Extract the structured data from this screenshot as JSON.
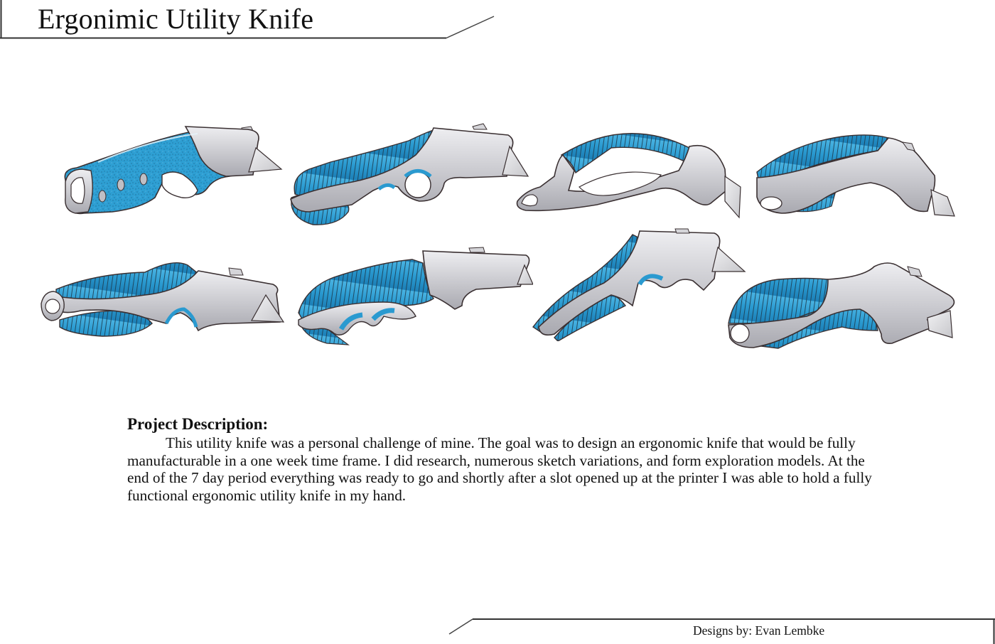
{
  "header": {
    "title": "Ergonimic Utility Knife"
  },
  "gallery": {
    "rows": [
      {
        "sketches": [
          {
            "id": "knife-1",
            "grip_texture": "speckled",
            "features": [
              "carabiner-loop",
              "trigger-ring",
              "finger-bumps"
            ]
          },
          {
            "id": "knife-2",
            "grip_texture": "ribbed",
            "features": [
              "finger-ring"
            ]
          },
          {
            "id": "knife-3",
            "grip_texture": "ribbed",
            "features": [
              "open-d-guard",
              "lanyard-loop"
            ]
          },
          {
            "id": "knife-4",
            "grip_texture": "ribbed",
            "features": [
              "lanyard-hole"
            ]
          }
        ]
      },
      {
        "sketches": [
          {
            "id": "knife-5",
            "grip_texture": "ribbed",
            "features": [
              "ring-end",
              "finger-notch"
            ]
          },
          {
            "id": "knife-6",
            "grip_texture": "ribbed",
            "features": [
              "finger-grooves"
            ]
          },
          {
            "id": "knife-7",
            "grip_texture": "ribbed",
            "features": [
              "angled-pistol-grip",
              "finger-notch"
            ]
          },
          {
            "id": "knife-8",
            "grip_texture": "ribbed",
            "features": [
              "ring-end",
              "finger-notch"
            ]
          }
        ]
      }
    ],
    "colors": {
      "grip_blue": "#2e9fd3",
      "grip_blue_dark": "#1b7fb3",
      "body_gray": "#c9c9cd",
      "body_gray_light": "#e6e6ea",
      "blade": "#dcdcdf",
      "outline": "#3a3032"
    }
  },
  "description": {
    "heading": "Project Description:",
    "body": "This utility knife was a personal challenge of mine. The goal was to design an ergonomic knife that would be fully manufacturable in a one week time frame. I did research, numerous sketch variations, and form exploration models. At the end of the 7 day period everything was ready to go and shortly after a slot opened up at the printer I was able to hold a fully functional ergonomic utility knife in my hand."
  },
  "footer": {
    "credit": "Designs by: Evan Lembke"
  }
}
